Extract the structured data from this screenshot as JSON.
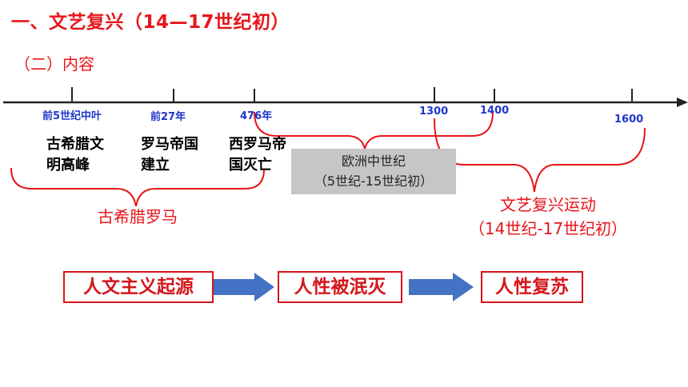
{
  "title": "一、文艺复兴（14—17世纪初）",
  "subtitle": "（二）内容",
  "timeline": {
    "ticks": [
      {
        "label": "前5世纪中叶"
      },
      {
        "label": "前27年"
      },
      {
        "label": "476年"
      },
      {
        "label": "1300"
      },
      {
        "label": "1400"
      },
      {
        "label": "1600"
      }
    ]
  },
  "events": [
    {
      "line1": "古希腊文",
      "line2": "明高峰"
    },
    {
      "line1": "罗马帝国",
      "line2": "建立"
    },
    {
      "line1": "西罗马帝",
      "line2": "国灭亡"
    }
  ],
  "eras": {
    "ancient": "古希腊罗马",
    "middle_ages": {
      "line1": "欧洲中世纪",
      "line2": "（5世纪-15世纪初）"
    },
    "renaissance": {
      "line1": "文艺复兴运动",
      "line2": "（14世纪-17世纪初）"
    }
  },
  "flow": [
    "人文主义起源",
    "人性被泯灭",
    "人性复苏"
  ],
  "colors": {
    "red": "#e8151b",
    "blue": "#1f37c9",
    "arrow": "#4472c4",
    "gray": "#c6c6c6"
  }
}
